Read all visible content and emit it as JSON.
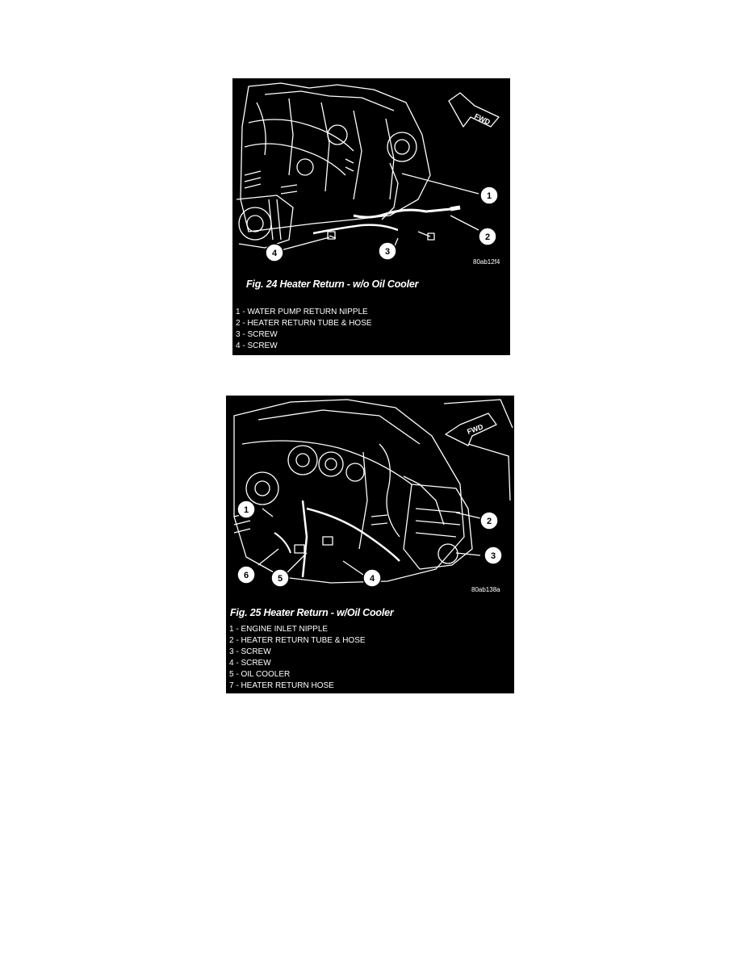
{
  "figures": [
    {
      "title": "Fig. 24 Heater Return - w/o Oil Cooler",
      "code": "80ab12f4",
      "fwd_label": "FWD",
      "callouts": [
        "1",
        "2",
        "3",
        "4"
      ],
      "legend": [
        "1 - WATER PUMP RETURN NIPPLE",
        "2 - HEATER RETURN TUBE & HOSE",
        "3 - SCREW",
        "4 - SCREW"
      ]
    },
    {
      "title": "Fig. 25 Heater Return - w/Oil Cooler",
      "code": "80ab138a",
      "fwd_label": "FWD",
      "callouts": [
        "1",
        "2",
        "3",
        "4",
        "5",
        "6"
      ],
      "legend": [
        "1 - ENGINE INLET NIPPLE",
        "2 - HEATER RETURN TUBE & HOSE",
        "3 - SCREW",
        "4 - SCREW",
        "5 - OIL COOLER",
        "7 - HEATER RETURN HOSE"
      ]
    }
  ]
}
